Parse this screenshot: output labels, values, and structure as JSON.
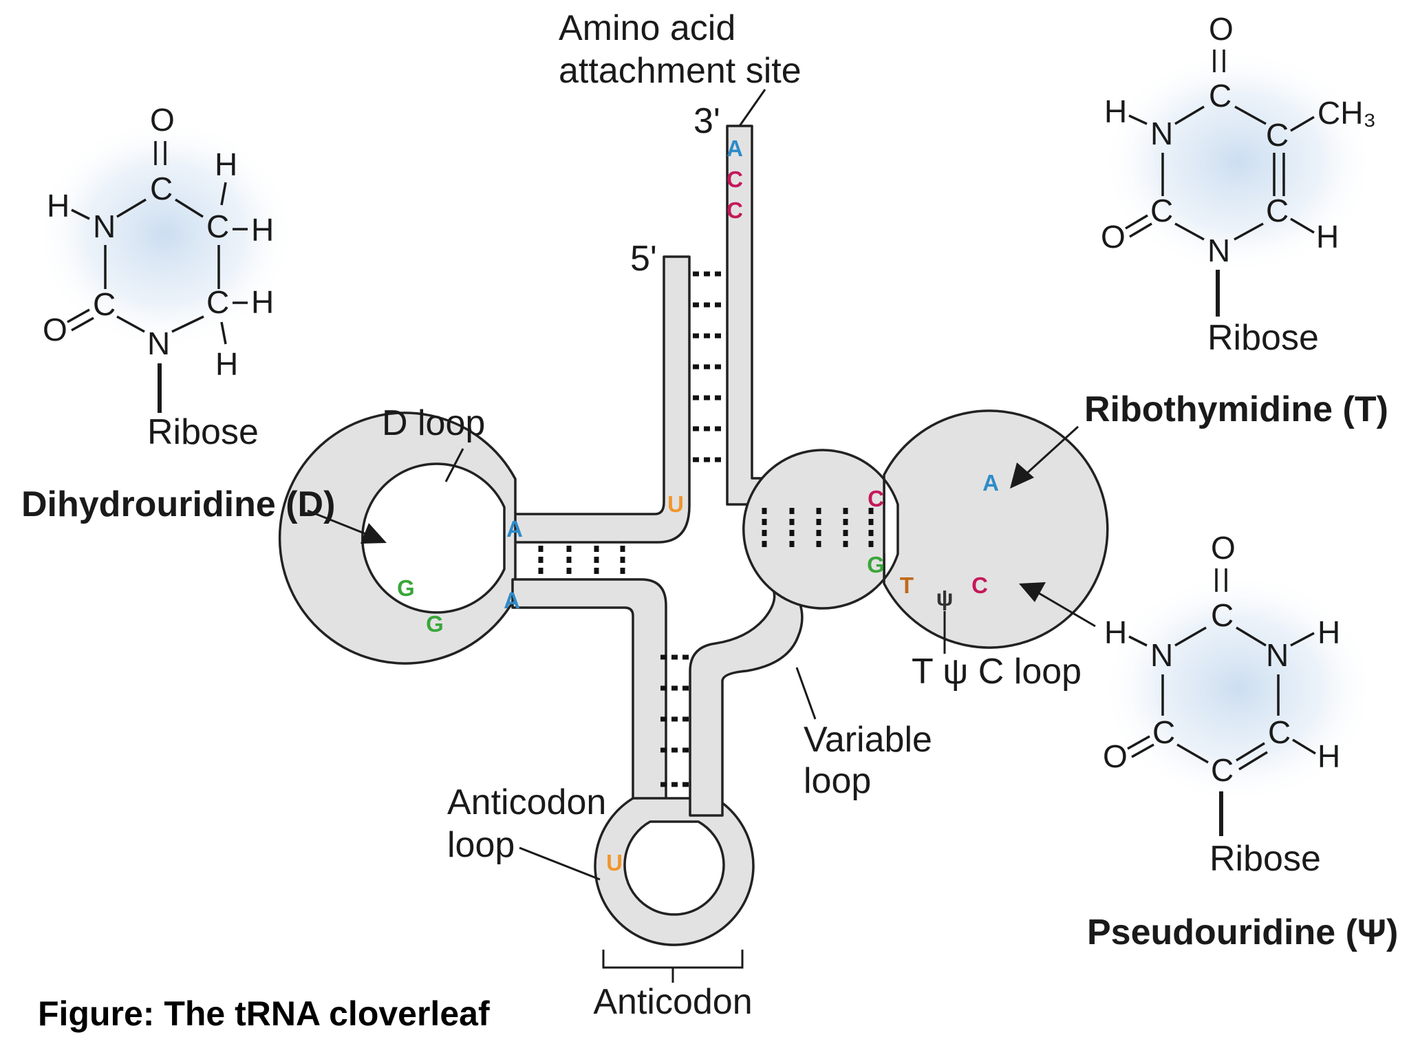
{
  "colors": {
    "adenine": "#2e8bc9",
    "cytosine": "#c5185a",
    "guanine": "#3aa63a",
    "uracil": "#f0962a",
    "thymine": "#c06a1c",
    "backbone_fill": "#e2e2e2",
    "backbone_stroke": "#222222",
    "glow": "#c9dcf0"
  },
  "labels": {
    "amino_acid_line1": "Amino acid",
    "amino_acid_line2": "attachment site",
    "three_prime": "3'",
    "five_prime": "5'",
    "d_loop": "D loop",
    "dihydrouridine": "Dihydrouridine (D)",
    "ribothymidine": "Ribothymidine (T)",
    "tpsic_loop": "T ψ C loop",
    "variable_loop_line1": "Variable",
    "variable_loop_line2": "loop",
    "anticodon_loop_line1": "Anticodon",
    "anticodon_loop_line2": "loop",
    "anticodon": "Anticodon",
    "pseudouridine": "Pseudouridine (Ψ)",
    "caption": "Figure: The tRNA cloverleaf"
  },
  "nucleotides": {
    "acceptor_a": "A",
    "acceptor_c1": "C",
    "acceptor_c2": "C",
    "acceptor_u": "U",
    "d_arm_a_top": "A",
    "d_arm_a_bottom": "A",
    "d_loop_g1": "G",
    "d_loop_g2": "G",
    "t_arm_c": "C",
    "t_arm_g": "G",
    "t_loop_t": "T",
    "t_loop_psi": "ψ",
    "t_loop_c": "C",
    "t_loop_a": "A",
    "anticodon_u": "U"
  },
  "dihydrouridine_structure": {
    "o_top": "O",
    "c_top": "C",
    "h_nh": "H",
    "n1": "N",
    "h5": "H",
    "c5": "C",
    "h5b": "H",
    "c6": "C",
    "h6": "H",
    "h6b": "H",
    "o_left": "O",
    "c2": "C",
    "n3": "N",
    "ribose": "Ribose"
  },
  "ribothymidine_structure": {
    "o_top": "O",
    "c_top": "C",
    "h_nh": "H",
    "n1": "N",
    "c5": "C",
    "ch3": "CH₃",
    "o_left": "O",
    "c2": "C",
    "c6": "C",
    "h6": "H",
    "n3": "N",
    "ribose": "Ribose"
  },
  "pseudouridine_structure": {
    "o_top": "O",
    "c_top": "C",
    "h_left": "H",
    "n_left": "N",
    "n_right": "N",
    "h_right": "H",
    "o_left": "O",
    "c_left": "C",
    "c_right": "C",
    "h_c": "H",
    "c_bottom": "C",
    "ribose": "Ribose"
  }
}
